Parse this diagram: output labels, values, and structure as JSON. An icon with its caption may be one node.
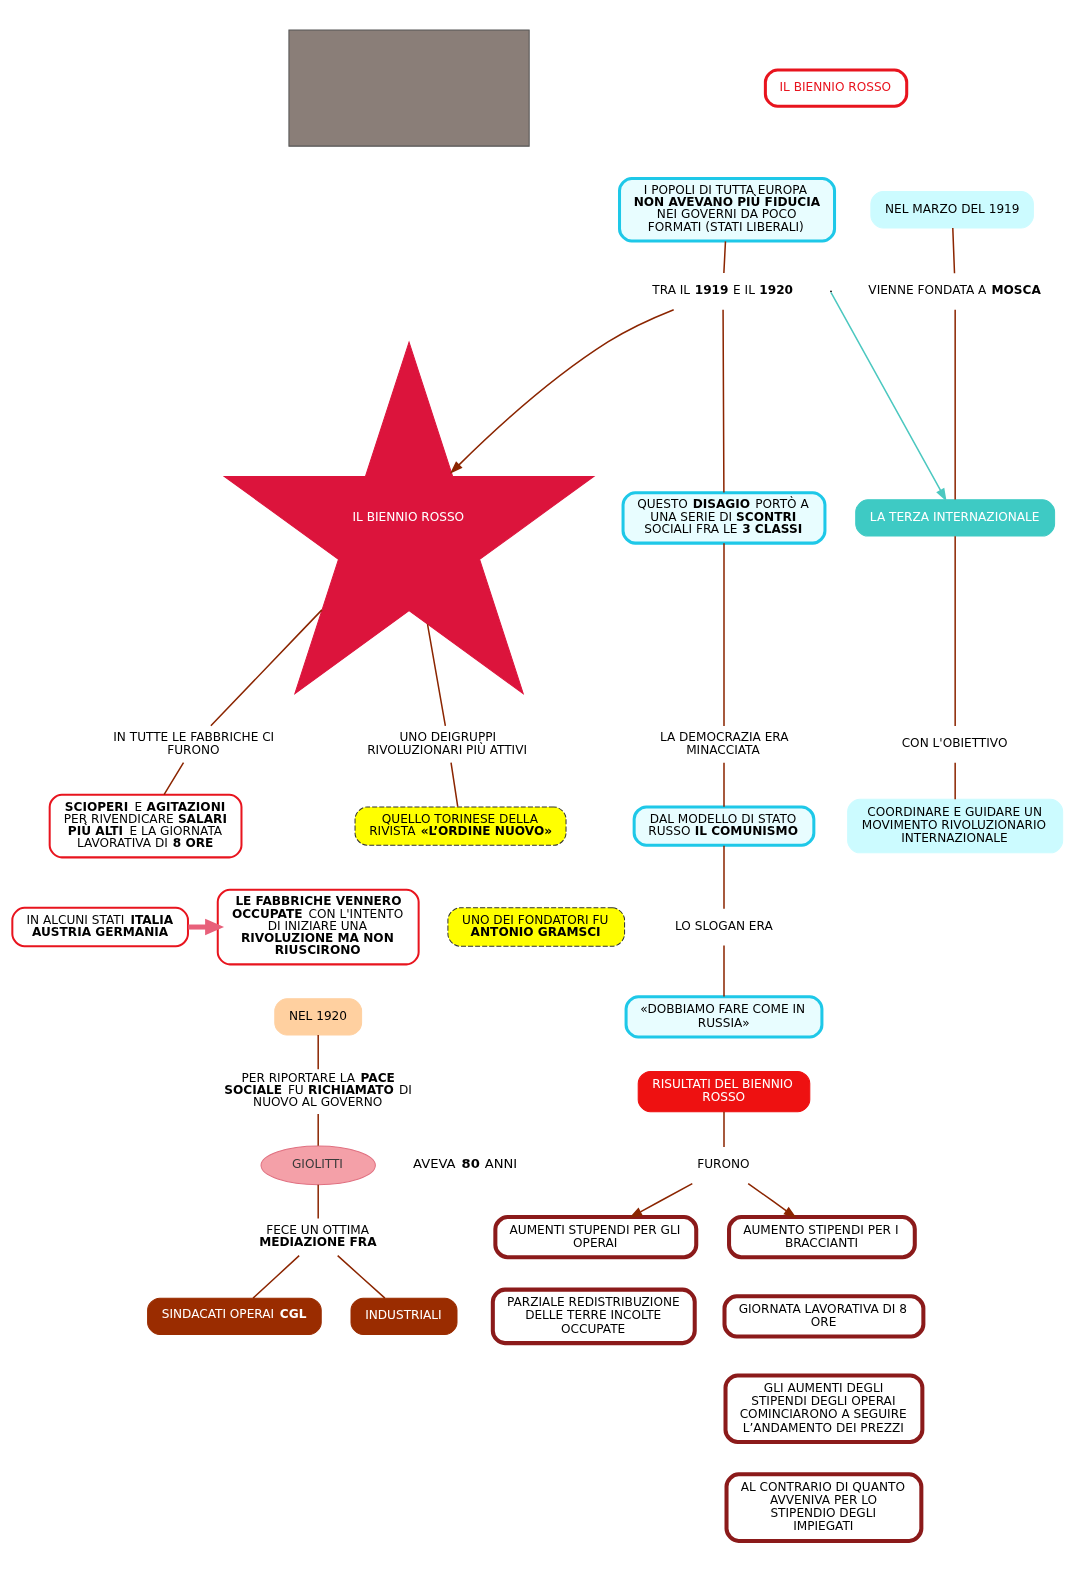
{
  "diagram": {
    "nodes": [
      {
        "text": [
          "IL BIENNIO ROSSO"
        ]
      },
      {
        "text": [],
        "shape": "box"
      },
      {
        "text": [
          "NEL MARZO DEL 1919"
        ]
      },
      {
        "text": [
          "VIENNE FONDATA A **MOSCA**"
        ]
      },
      {
        "text": [
          "LA TERZA INTERNAZIONALE"
        ]
      },
      {
        "text": [
          "CON L'OBIETTIVO"
        ]
      },
      {
        "text": [
          "COORDINARE E GUIDARE UN MOVIMENTO RIVOLUZIONARIO INTERNAZIONALE"
        ]
      },
      {
        "text": [
          "I POPOLI DI TUTTA EUROPA **NON AVEVANO PIÙ FIDUCIA** NEI GOVERNI DA POCO FORMATI (STATI LIBERALI)"
        ]
      },
      {
        "text": [
          "TRA IL **1919** E IL **1920**"
        ]
      },
      {
        "text": [
          "IL BIENNIO ROSSO"
        ]
      },
      {
        "text": [
          "QUESTO **DISAGIO** PORTÒ A UNA SERIE DI **SCONTRI** SOCIALI FRA LE **3 CLASSI**"
        ]
      },
      {
        "text": [
          "LA DEMOCRAZIA ERA MINACCIATA"
        ]
      },
      {
        "text": [
          "DAL MODELLO DI STATO RUSSO **IL COMUNISMO**"
        ]
      },
      {
        "text": [
          "LO SLOGAN ERA"
        ]
      },
      {
        "text": [
          "«DOBBIAMO FARE COME IN RUSSIA»"
        ]
      },
      {
        "text": [
          "IN TUTTE LE FABBRICHE CI FURONO"
        ]
      },
      {
        "text": [
          "UNO DEIGRUPPI RIVOLUZIONARI PIÙ ATTIVI"
        ]
      },
      {
        "text": [
          "**SCIOPERI** E **AGITAZIONI** PER RIVENDICARE **SALARI PIÙ ALTI** E LA GIORNATA LAVORATIVA DI **8 ORE**"
        ]
      },
      {
        "text": [
          "QUELLO TORINESE DELLA RIVISTA **«L’ORDINE NUOVO»**"
        ]
      },
      {
        "text": [
          "UNO DEI FONDATORI FU **ANTONIO GRAMSCI**"
        ]
      },
      {
        "text": [
          "IN ALCUNI STATI **ITALIA AUSTRIA GERMANIA**"
        ]
      },
      {
        "text": [
          "**LE FABBRICHE VENNERO OCCUPATE** CON L'INTENTO DI INIZIARE UNA **RIVOLUZIONE MA NON RIUSCIRONO**"
        ]
      },
      {
        "text": [
          "RISULTATI DEL BIENNIO ROSSO"
        ]
      },
      {
        "text": [
          "FURONO"
        ]
      },
      {
        "text": [
          "AUMENTO STIPENDI PER I BRACCIANTI"
        ]
      },
      {
        "text": [
          "AUMENTI STUPENDI PER GLI OPERAI"
        ]
      },
      {
        "text": [
          "GIORNATA LAVORATIVA DI 8 ORE"
        ]
      },
      {
        "text": [
          "PARZIALE REDISTRIBUZIONE DELLE TERRE INCOLTE OCCUPATE"
        ]
      },
      {
        "text": [
          "GLI AUMENTI DEGLI STIPENDI DEGLI OPERAI COMINCIARONO A SEGUIRE L’ANDAMENTO DEI PREZZI"
        ]
      },
      {
        "text": [
          "AL CONTRARIO DI QUANTO AVVENIVA PER LO STIPENDIO DEGLI IMPIEGATI"
        ]
      },
      {
        "text": [
          "NEL 1920"
        ]
      },
      {
        "text": [
          "PER RIPORTARE LA **PACE SOCIALE** FU **RICHIAMATO** DI NUOVO AL GOVERNO"
        ]
      },
      {
        "text": [
          "GIOLITTI"
        ],
        "beside": [
          "AVEVA **80** ANNI"
        ]
      },
      {
        "text": [
          "FECE UN OTTIMA **MEDIAZIONE FRA**"
        ]
      },
      {
        "text": [
          "SINDACATI OPERAI **CGL**"
        ]
      },
      {
        "text": [
          "INDUSTRIALI"
        ]
      }
    ],
    "edges": [
      {
        "from": 2,
        "to": 3,
        "arrow": "none"
      },
      {
        "from": 3,
        "to": 4,
        "arrow": "none"
      },
      {
        "from": 4,
        "to": 5,
        "arrow": "none"
      },
      {
        "from": 5,
        "to": 6,
        "arrow": "none"
      },
      {
        "from": null,
        "to": 4,
        "arrow": "to",
        "color": "#4cc8c0"
      },
      {
        "from": 7,
        "to": 8,
        "arrow": "none"
      },
      {
        "from": 8,
        "to": 9,
        "arrow": "to"
      },
      {
        "from": 8,
        "to": 10,
        "arrow": "none"
      },
      {
        "from": 10,
        "to": 11,
        "arrow": "none"
      },
      {
        "from": 11,
        "to": 12,
        "arrow": "none"
      },
      {
        "from": 12,
        "to": 13,
        "arrow": "none"
      },
      {
        "from": 13,
        "to": 14,
        "arrow": "none"
      },
      {
        "from": 9,
        "to": 15,
        "arrow": "none"
      },
      {
        "from": 9,
        "to": 16,
        "arrow": "none"
      },
      {
        "from": 15,
        "to": 17,
        "arrow": "none"
      },
      {
        "from": 16,
        "to": 18,
        "arrow": "none"
      },
      {
        "from": 20,
        "to": 21,
        "arrow": "to",
        "style": "thick",
        "color": "#e8607a"
      },
      {
        "from": 22,
        "to": 23,
        "arrow": "none"
      },
      {
        "from": 23,
        "to": 24,
        "arrow": "to"
      },
      {
        "from": 23,
        "to": 25,
        "arrow": "to"
      },
      {
        "from": 30,
        "to": 31,
        "arrow": "none"
      },
      {
        "from": 31,
        "to": 32,
        "arrow": "none"
      },
      {
        "from": 32,
        "to": 33,
        "arrow": "none"
      },
      {
        "from": 33,
        "to": 34,
        "arrow": "none"
      },
      {
        "from": 33,
        "to": 35,
        "arrow": "none"
      }
    ]
  }
}
